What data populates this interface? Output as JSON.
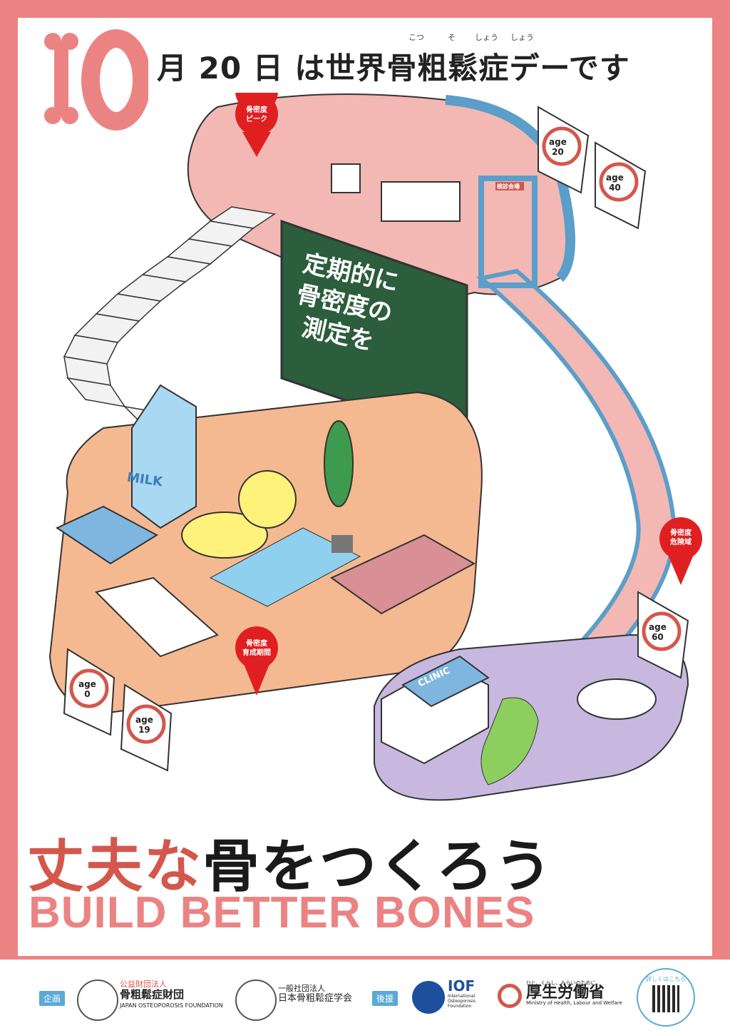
{
  "header": {
    "big_number": "10",
    "date_text": "月 20 日 は世界骨粗鬆症デーです",
    "ruby": [
      "こつ",
      "そ",
      "しょう",
      "しょう"
    ]
  },
  "pins": [
    {
      "label": "骨密度\nピーク"
    },
    {
      "label": "骨密度\n危険域"
    },
    {
      "label": "骨密度\n育成期間"
    }
  ],
  "board": {
    "text": "定期的に\n骨密度の\n測定を"
  },
  "ages": [
    "age\n20",
    "age\n40",
    "age\n60",
    "age\n0",
    "age\n19"
  ],
  "milk_label": "MILK",
  "clinic_label": "CLINIC",
  "gate_label": "検診会場",
  "title": {
    "red_part": "丈夫な",
    "black_part": "骨をつくろう",
    "english": "BUILD BETTER BONES"
  },
  "footer": {
    "kikaku_tag": "企画",
    "org1_sub": "公益財団法人",
    "org1_name": "骨粗鬆症財団",
    "org1_en": "JAPAN OSTEOPOROSIS FOUNDATION",
    "org2_sub": "一般社団法人",
    "org2_name": "日本骨粗鬆症学会",
    "kouen_tag": "後援",
    "iof_name": "IOF",
    "iof_sub": "International Osteoporosis Foundation",
    "mhlw_sub": "ひと、くらし、みらいのために",
    "mhlw_name": "厚生労働省",
    "mhlw_en": "Ministry of Health, Labour and Welfare",
    "qr_label": "詳しくはこちら"
  },
  "colors": {
    "frame": "#ec8383",
    "title_red": "#d4574c",
    "accent_blue": "#5aa9d6"
  }
}
